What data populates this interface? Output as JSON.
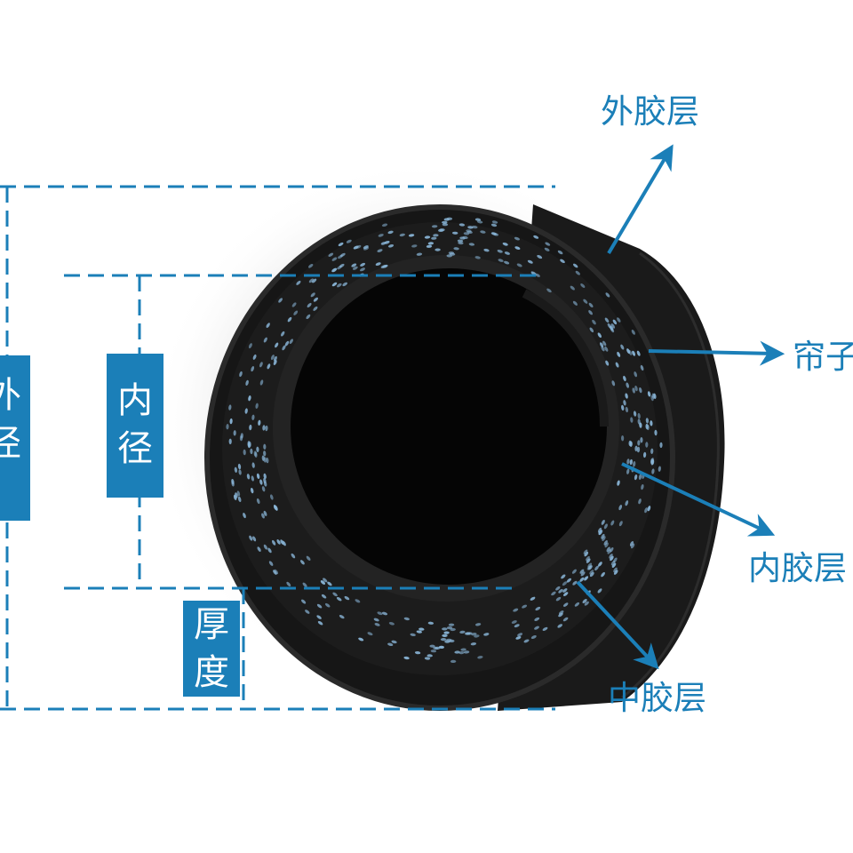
{
  "dimension_labels": {
    "outer_diameter": "外径",
    "inner_diameter": "内径",
    "thickness": "厚度"
  },
  "callouts": {
    "outer_layer": "外胶层",
    "ply": "帘子",
    "inner_layer": "内胶层",
    "middle_layer": "中胶层"
  },
  "colors": {
    "accent": "#1b7fb8",
    "hose": "#141414",
    "fabric_dots": "#8ab6d8",
    "background": "#ffffff"
  }
}
